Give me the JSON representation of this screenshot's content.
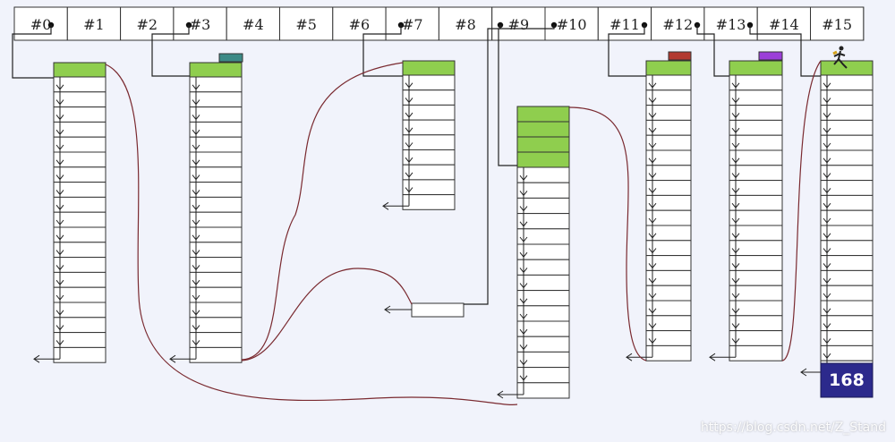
{
  "header": {
    "cells": [
      "#0",
      "#1",
      "#2",
      "#3",
      "#4",
      "#5",
      "#6",
      "#7",
      "#8",
      "#9",
      "#10",
      "#11",
      "#12",
      "#13",
      "#14",
      "#15"
    ]
  },
  "badge": {
    "value": "168",
    "color": "#2c2a8c"
  },
  "colors": {
    "free_block": "#8fce4e",
    "tag_teal": "#3c8a86",
    "tag_red": "#b23a30",
    "tag_purple": "#9b3fd8",
    "link_curve": "#7a2a30"
  },
  "watermark": "https://blog.csdn.net/Z_Stand"
}
